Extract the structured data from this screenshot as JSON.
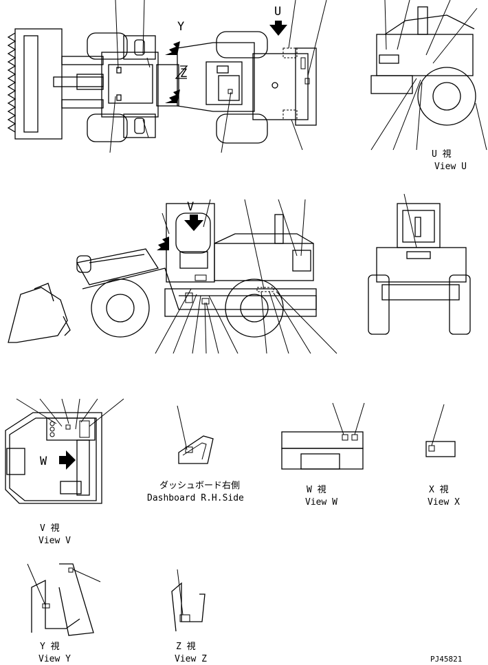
{
  "letters": {
    "y_top": "Y",
    "u_top": "U",
    "z_top": "Z",
    "v_side": "V",
    "w_view": "W"
  },
  "views": {
    "u": {
      "jp": "U 視",
      "en": "View U"
    },
    "v": {
      "jp": "V 視",
      "en": "View V"
    },
    "w": {
      "jp": "W 視",
      "en": "View W"
    },
    "x": {
      "jp": "X 視",
      "en": "View X"
    },
    "y": {
      "jp": "Y 視",
      "en": "View Y"
    },
    "z": {
      "jp": "Z 視",
      "en": "View Z"
    },
    "dashboard": {
      "jp": "ダッシュボード右側",
      "en": "Dashboard R.H.Side"
    }
  },
  "drawing_number": "PJ45821"
}
